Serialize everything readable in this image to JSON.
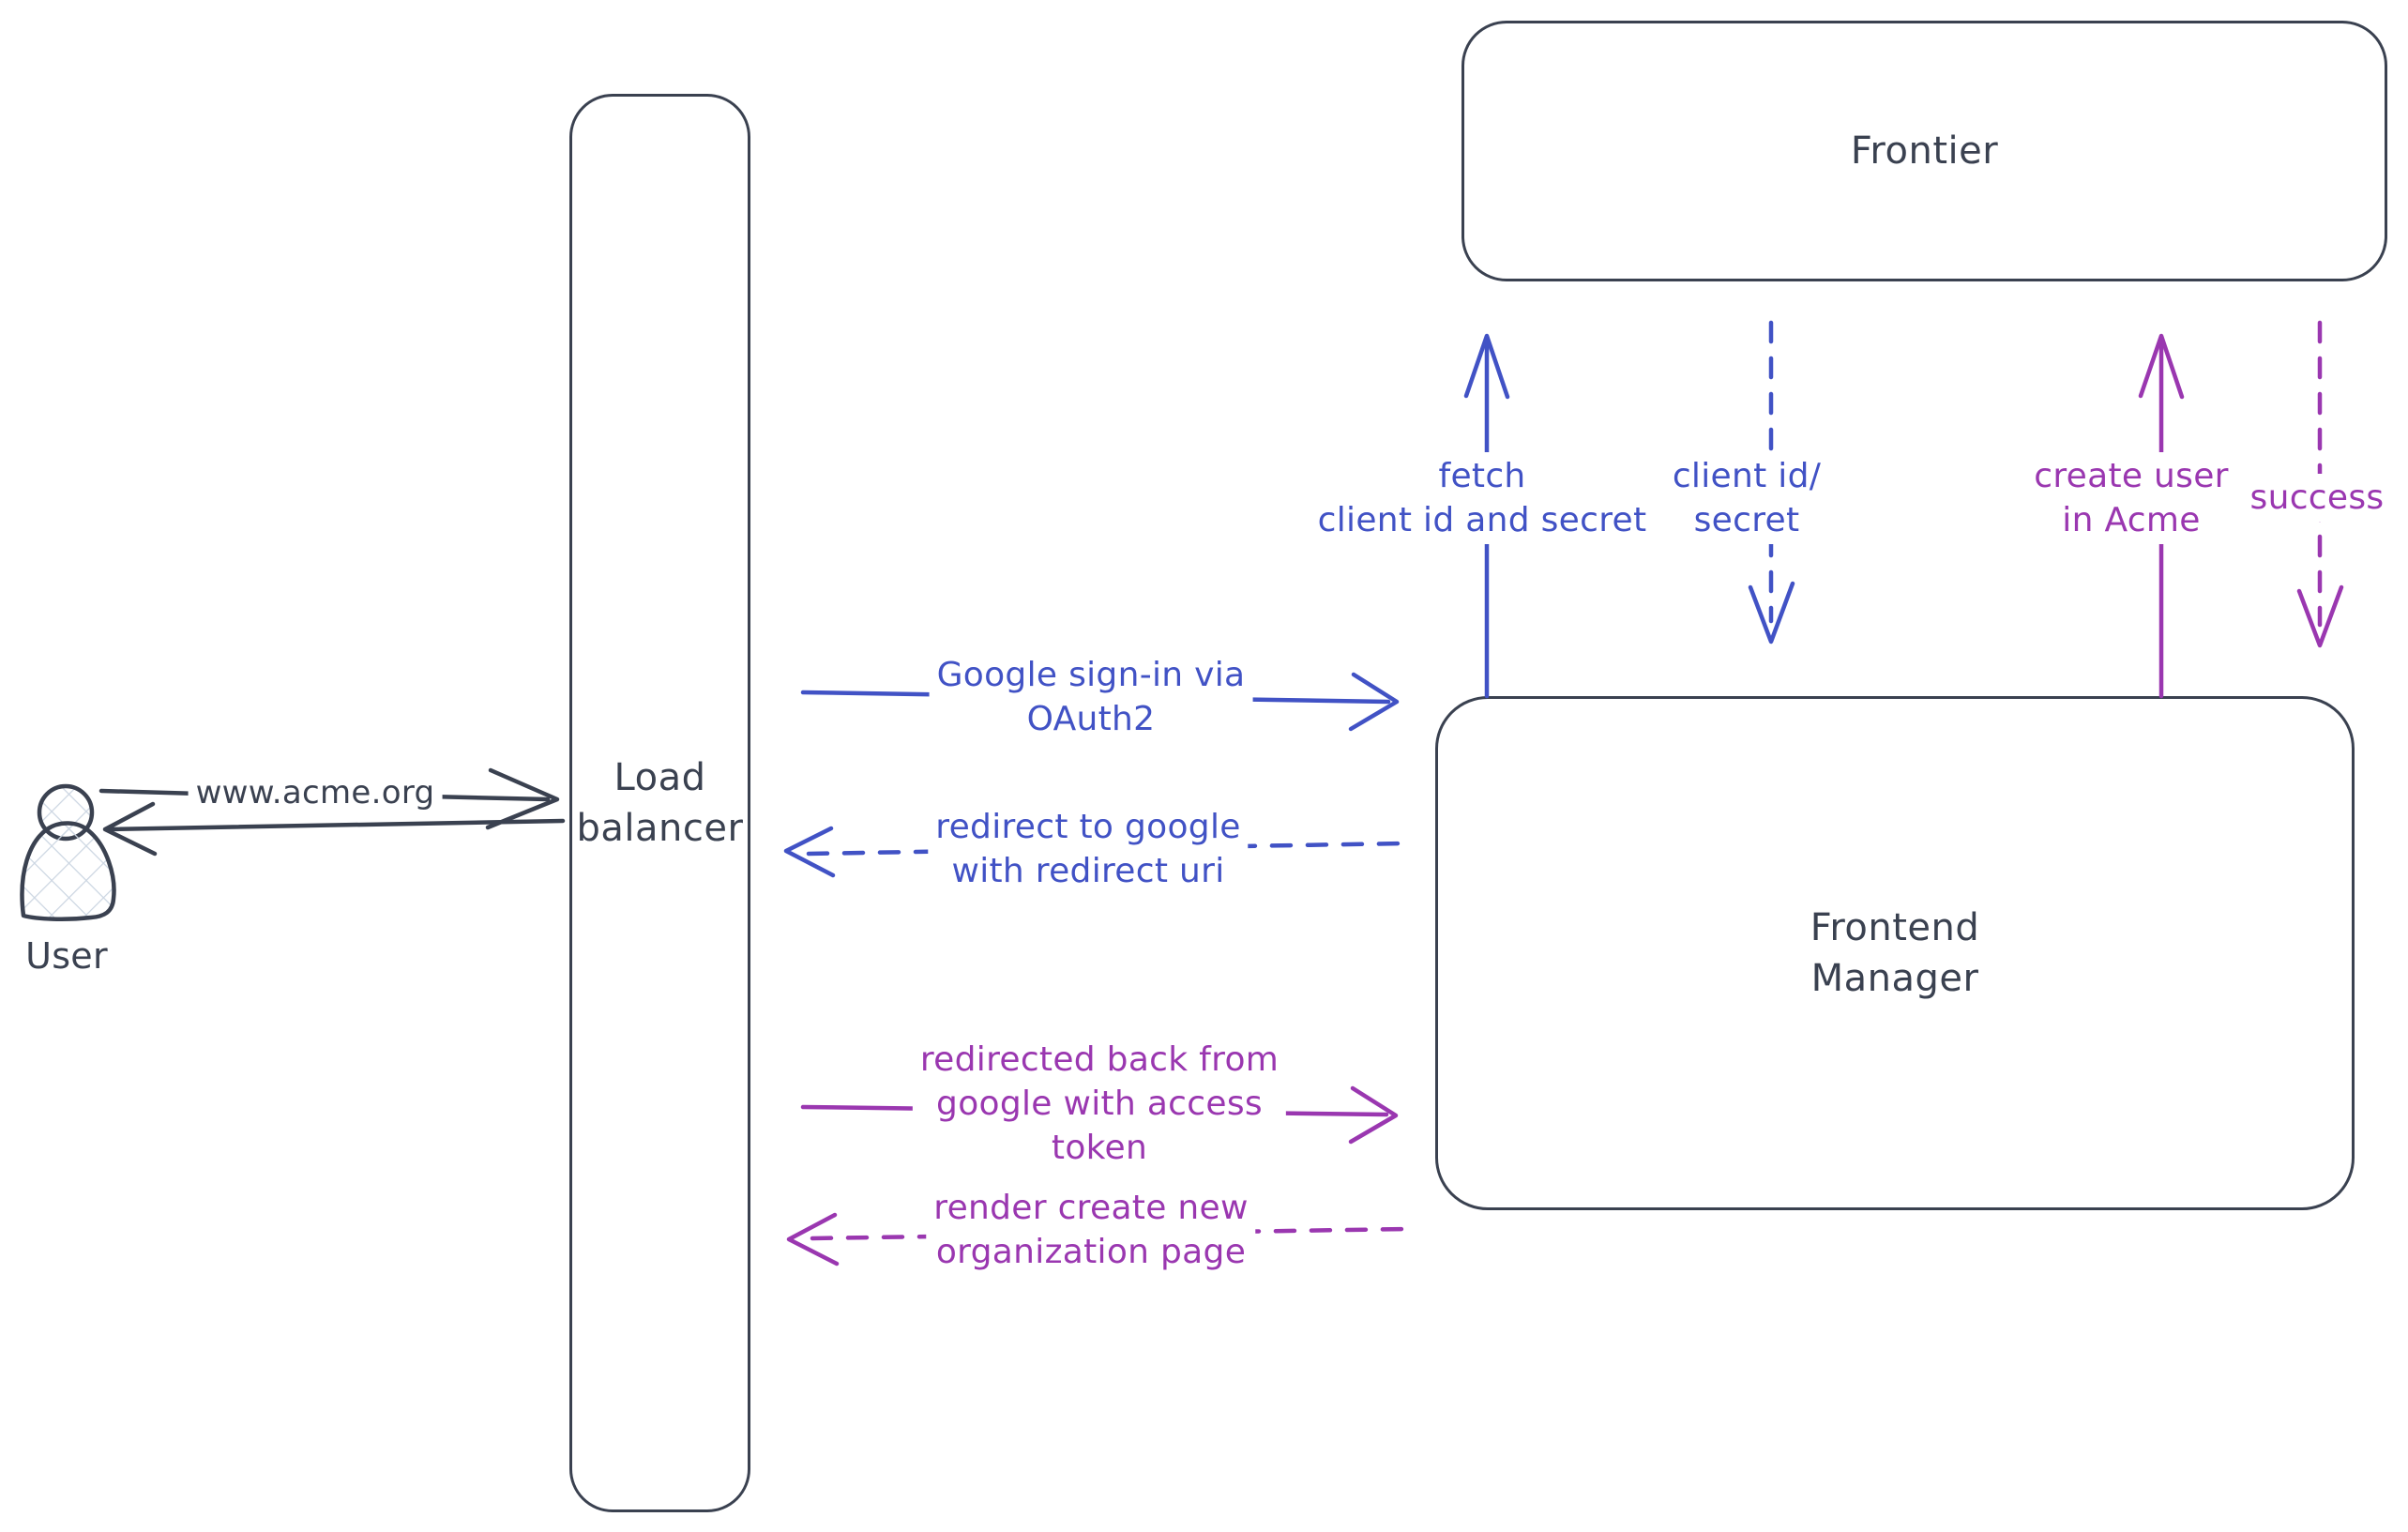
{
  "colors": {
    "ink": "#3a4150",
    "blue": "#4152c5",
    "purple": "#9a37b0",
    "hatch": "#ccd6e2"
  },
  "user": {
    "name": "User",
    "icon": "person-crosshatch"
  },
  "load_balancer": {
    "line1": "Load",
    "line2": "balancer"
  },
  "frontier": {
    "title": "Frontier"
  },
  "frontend_manager": {
    "line1": "Frontend",
    "line2": "Manager"
  },
  "flows": {
    "www": {
      "text": "www.acme.org"
    },
    "google_signin": {
      "line1": "Google sign-in via",
      "line2": "OAuth2"
    },
    "redirect": {
      "line1": "redirect to google",
      "line2": "with redirect uri"
    },
    "fetch_secret": {
      "line1": "fetch",
      "line2": "client id and secret"
    },
    "client_id_secret": {
      "line1": "client id/",
      "line2": "secret"
    },
    "create_user": {
      "line1": "create user",
      "line2": "in Acme"
    },
    "success": {
      "text": "success"
    },
    "redirected_back": {
      "line1": "redirected back from",
      "line2": "google with access",
      "line3": "token"
    },
    "render_page": {
      "line1": "render create new",
      "line2": "organization page"
    }
  }
}
